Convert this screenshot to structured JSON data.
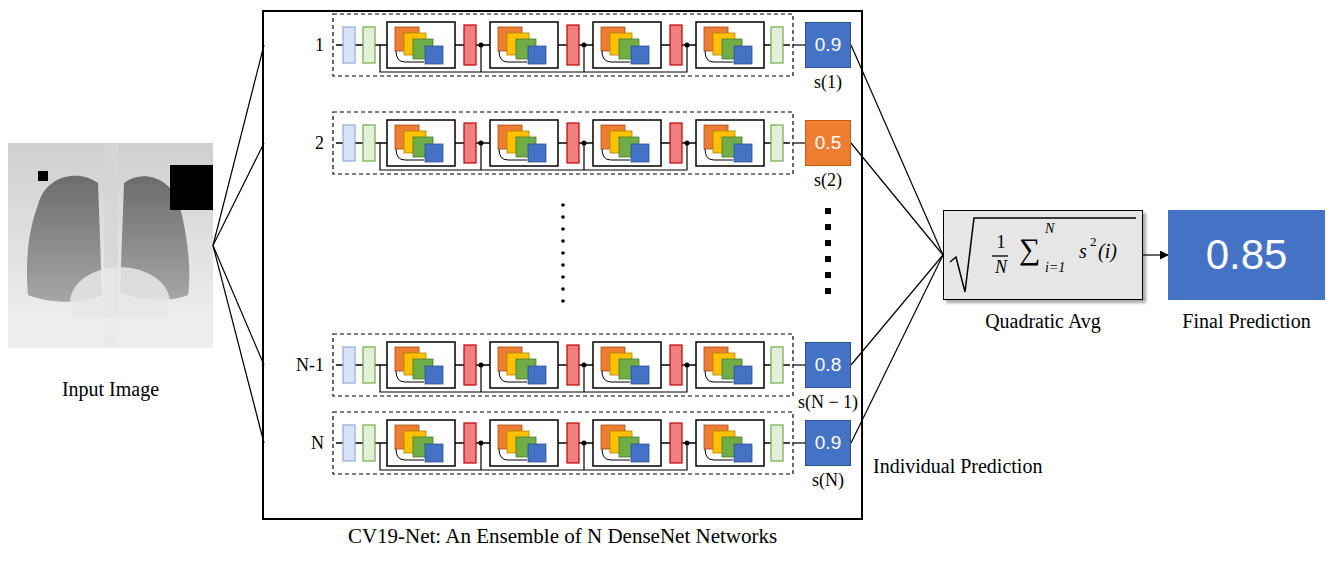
{
  "diagram": {
    "nodes": [
      {
        "text": [
          "Input Image"
        ]
      },
      {
        "text": [
          "CV19-Net: An Ensemble of N DenseNet Networks"
        ]
      },
      {
        "text": [
          "1"
        ],
        "in": 1
      },
      {
        "text": [
          "0.9",
          "s(1)"
        ],
        "in": 1
      },
      {
        "text": [
          "2"
        ],
        "in": 1
      },
      {
        "text": [
          "0.5",
          "s(2)"
        ],
        "in": 1
      },
      {
        "text": [
          "N-1"
        ],
        "in": 1
      },
      {
        "text": [
          "0.8",
          "s(N − 1)"
        ],
        "in": 1
      },
      {
        "text": [
          "N"
        ],
        "in": 1
      },
      {
        "text": [
          "0.9",
          "s(N)"
        ],
        "in": 1
      },
      {
        "text": [
          "1",
          "N",
          "∑",
          "N",
          "i=1",
          "s",
          "2",
          "(i)",
          "Quadratic Avg"
        ]
      },
      {
        "text": [
          "0.85",
          "Final Prediction"
        ]
      }
    ],
    "edges": [
      {
        "from": 0,
        "to": 2,
        "arrow": "none"
      },
      {
        "from": 0,
        "to": 4,
        "arrow": "none"
      },
      {
        "from": 0,
        "to": 6,
        "arrow": "none"
      },
      {
        "from": 0,
        "to": 8,
        "arrow": "none"
      },
      {
        "from": 2,
        "to": 3,
        "arrow": "none"
      },
      {
        "from": 4,
        "to": 5,
        "arrow": "none"
      },
      {
        "from": 6,
        "to": 7,
        "arrow": "none"
      },
      {
        "from": 8,
        "to": 9,
        "arrow": "none"
      },
      {
        "from": 3,
        "to": 10,
        "arrow": "none"
      },
      {
        "from": 5,
        "to": 10,
        "arrow": "none"
      },
      {
        "from": 7,
        "to": 10,
        "arrow": "none"
      },
      {
        "from": 9,
        "to": 10,
        "arrow": "none"
      },
      {
        "from": 10,
        "to": 11,
        "arrow": "to"
      }
    ],
    "labels": [
      "Individual Prediction"
    ]
  }
}
